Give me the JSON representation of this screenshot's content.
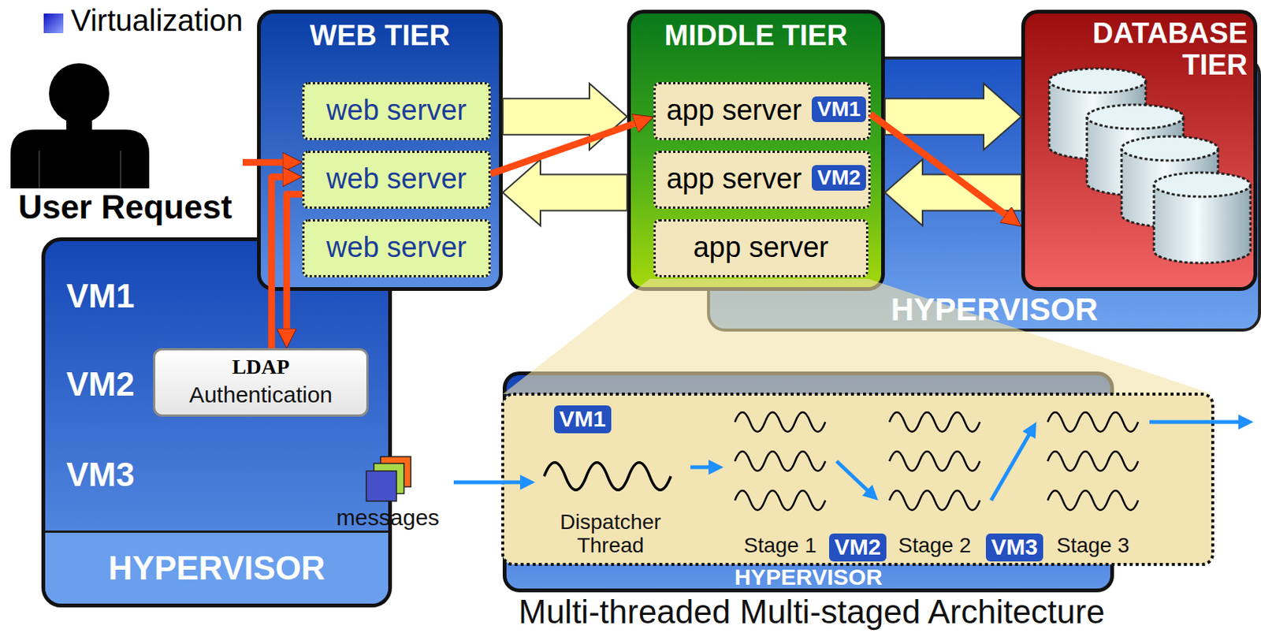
{
  "diagram": {
    "title": "Virtualization",
    "caption": "Multi-threaded Multi-staged Architecture",
    "nodes": [
      {
        "text": [
          "User Request"
        ]
      },
      {
        "text": [
          "WEB TIER"
        ]
      },
      {
        "text": [
          "web server"
        ],
        "in": 1
      },
      {
        "text": [
          "web server"
        ],
        "in": 1
      },
      {
        "text": [
          "web server"
        ],
        "in": 1
      },
      {
        "text": [
          "MIDDLE TIER"
        ]
      },
      {
        "text": [
          "app server",
          "VM1"
        ],
        "in": 5
      },
      {
        "text": [
          "app server",
          "VM2"
        ],
        "in": 5
      },
      {
        "text": [
          "app server"
        ],
        "in": 5
      },
      {
        "text": [
          "DATABASE TIER"
        ]
      },
      {
        "text": [
          "HYPERVISOR"
        ]
      },
      {
        "text": [
          "VM1",
          "VM2",
          "VM3"
        ]
      },
      {
        "text": [
          "LDAP",
          "Authentication"
        ],
        "in": 11
      },
      {
        "text": [
          "messages"
        ],
        "in": 11
      },
      {
        "text": [
          "HYPERVISOR"
        ],
        "in": 11
      },
      {
        "text": [
          "HYPERVISOR"
        ]
      },
      {
        "text": [
          "Dispatcher Thread"
        ],
        "in": 15
      },
      {
        "text": [
          "Stage 1"
        ],
        "in": 15
      },
      {
        "text": [
          "Stage 2"
        ],
        "in": 15
      },
      {
        "text": [
          "Stage 3"
        ],
        "in": 15
      }
    ],
    "edges": [
      {
        "from": 0,
        "to": 3,
        "arrow": "to"
      },
      {
        "from": 3,
        "to": 12,
        "arrow": "to"
      },
      {
        "from": 12,
        "to": 3,
        "arrow": "to"
      },
      {
        "from": 3,
        "to": 6,
        "arrow": "to"
      },
      {
        "from": 6,
        "to": 9,
        "arrow": "to"
      },
      {
        "from": 1,
        "to": 5,
        "arrow": "to"
      },
      {
        "from": 5,
        "to": 1,
        "arrow": "to"
      },
      {
        "from": 5,
        "to": 9,
        "arrow": "to"
      },
      {
        "from": 9,
        "to": 5,
        "arrow": "to"
      },
      {
        "from": 13,
        "to": 16,
        "arrow": "to"
      },
      {
        "from": 16,
        "to": 17,
        "arrow": "to"
      },
      {
        "from": 17,
        "to": 18,
        "arrow": "to"
      },
      {
        "from": 18,
        "to": 19,
        "arrow": "to"
      }
    ],
    "labels": [
      "VM1",
      "VM2",
      "VM3"
    ]
  }
}
